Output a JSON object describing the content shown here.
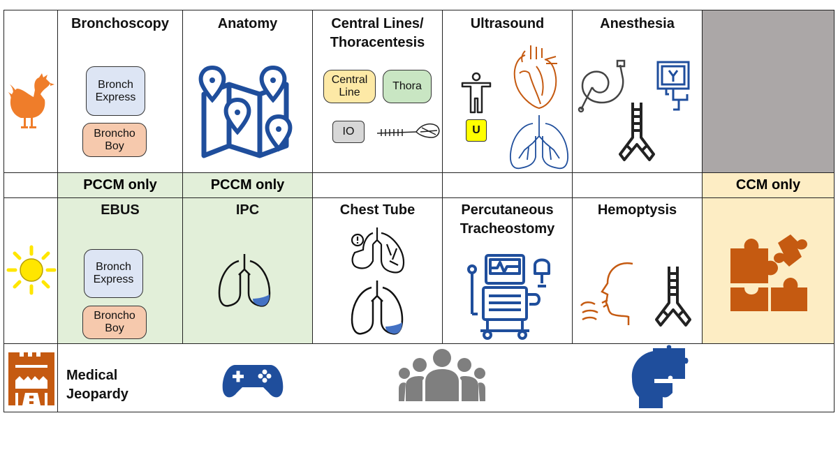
{
  "row1": {
    "bronchoscopy": {
      "title": "Bronchoscopy",
      "box1": "Bronch Express",
      "box2": "Broncho Boy"
    },
    "anatomy": {
      "title": "Anatomy"
    },
    "central": {
      "title_line1": "Central Lines/",
      "title_line2": "Thoracentesis",
      "box_central": "Central Line",
      "box_thora": "Thora",
      "box_io": "IO"
    },
    "ultrasound": {
      "title": "Ultrasound",
      "box_u": "U"
    },
    "anesthesia": {
      "title": "Anesthesia"
    }
  },
  "band": {
    "pccm1": "PCCM only",
    "pccm2": "PCCM only",
    "ccm": "CCM only"
  },
  "row2": {
    "ebus": {
      "title": "EBUS",
      "box1": "Bronch Express",
      "box2": "Broncho Boy"
    },
    "ipc": {
      "title": "IPC"
    },
    "chest_tube": {
      "title": "Chest Tube"
    },
    "trach": {
      "title_line1": "Percutaneous",
      "title_line2": "Tracheostomy"
    },
    "hemoptysis": {
      "title": "Hemoptysis"
    }
  },
  "row3": {
    "label_line1": "Medical",
    "label_line2": "Jeopardy"
  },
  "colors": {
    "orange": "#ef7d2a",
    "blue": "#1f4e9c",
    "yellow": "#ffe600",
    "grey": "#7f7f7f",
    "brown": "#c55a11",
    "band_green": "#e2efd9",
    "band_cream": "#fdedc4"
  },
  "icons": [
    "rooster-icon",
    "sun-icon",
    "castle-icon",
    "map-icon",
    "person-icon",
    "heart-icon",
    "lungs-icon",
    "tube-icon",
    "laryngoscope-icon",
    "trachea-icon",
    "ventilator-icon",
    "face-cough-icon",
    "puzzle-icon",
    "gamepad-icon",
    "group-icon",
    "head-puzzle-icon"
  ]
}
